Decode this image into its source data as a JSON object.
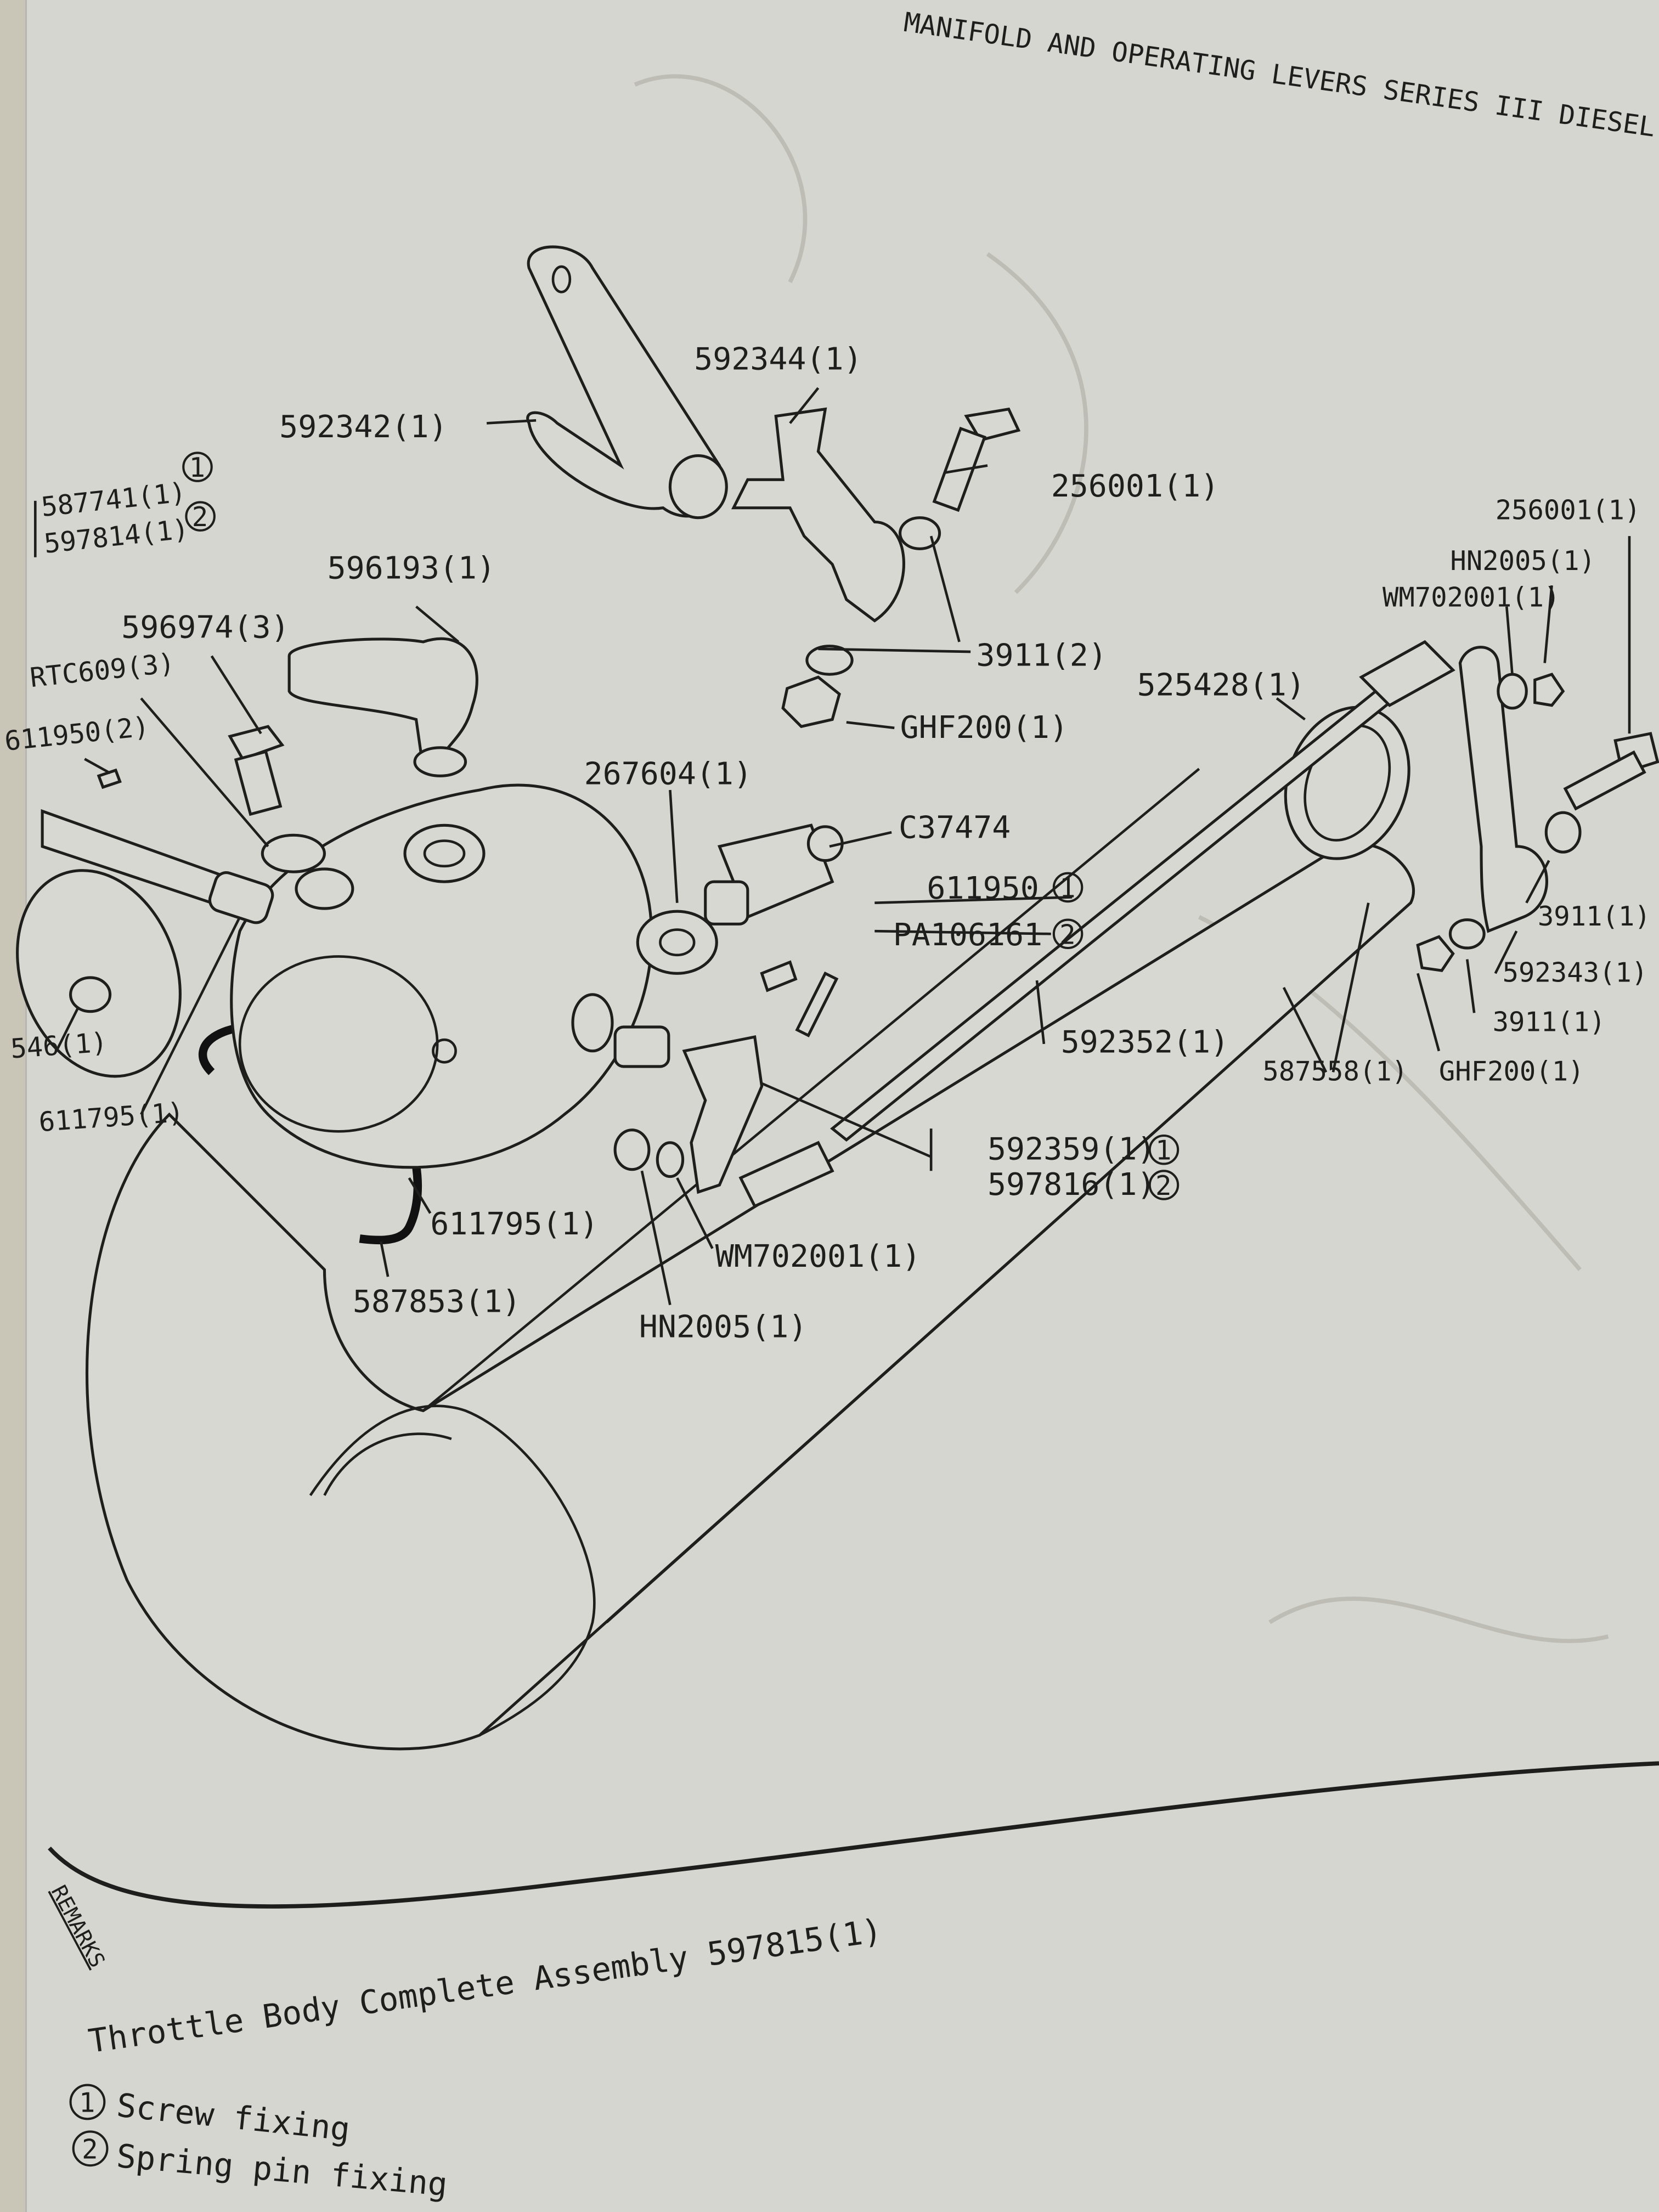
{
  "page_title": "MANIFOLD AND OPERATING LEVERS SERIES III DIESEL",
  "callouts": {
    "c592344": "592344(1)",
    "c592342": "592342(1)",
    "c256001_top": "256001(1)",
    "c587741": "587741(1)",
    "c597814": "597814(1)",
    "c596193": "596193(1)",
    "c596974": "596974(3)",
    "cRTC609": "RTC609(3)",
    "c611950_2": "611950(2)",
    "c3911_2": "3911(2)",
    "cGHF200_top": "GHF200(1)",
    "c525428": "525428(1)",
    "c256001_right": "256001(1)",
    "cHN2005_right": "HN2005(1)",
    "cWM702001_right": "WM702001(1)",
    "c267604": "267604(1)",
    "cC37474": "C37474",
    "c611950": "611950",
    "cPA106161": "PA106161",
    "c3911_a": "3911(1)",
    "c592343": "592343(1)",
    "c3911_b": "3911(1)",
    "c546": "546(1)",
    "c592352": "592352(1)",
    "c587558": "587558(1)",
    "cGHF200_right": "GHF200(1)",
    "c611795_left": "611795(1)",
    "c592359": "592359(1)",
    "c597816": "597816(1)",
    "c611795_mid": "611795(1)",
    "cWM702001_low": "WM702001(1)",
    "c587853": "587853(1)",
    "cHN2005_low": "HN2005(1)"
  },
  "markers": {
    "one": "1",
    "two": "2"
  },
  "remarks": {
    "heading": "REMARKS",
    "line1": "Throttle Body Complete Assembly 597815(1)",
    "line2": "Screw fixing",
    "line3": "Spring pin fixing"
  }
}
